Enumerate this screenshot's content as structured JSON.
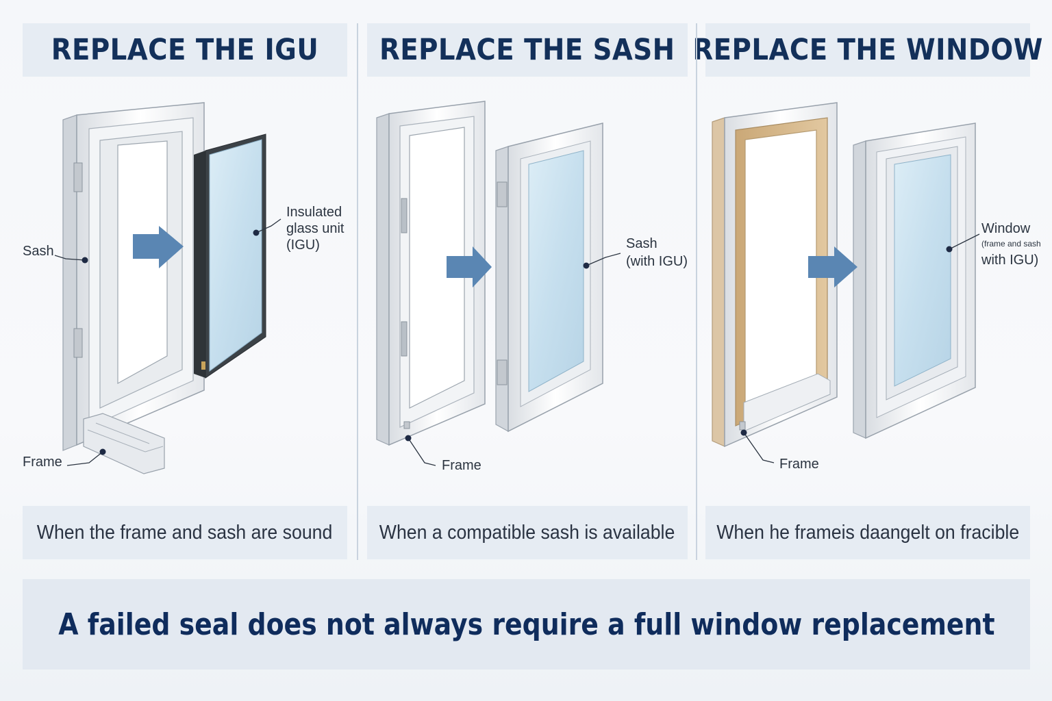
{
  "panels": [
    {
      "title": "REPLACE THE IGU",
      "caption": "When the frame and sash are sound",
      "labels": {
        "sash": "Sash",
        "igu_line1": "Insulated",
        "igu_line2": "glass unit",
        "igu_line3": "(IGU)",
        "frame": "Frame"
      }
    },
    {
      "title": "REPLACE THE SASH",
      "caption": "When a compatible sash is available",
      "labels": {
        "sash_line1": "Sash",
        "sash_line2": "(with IGU)",
        "frame": "Frame"
      }
    },
    {
      "title": "REPLACE THE WINDOW",
      "caption": "When he frameis daangelt on fracible",
      "labels": {
        "window_line1": "Window",
        "window_line2": "(frame and sash",
        "window_line3": "with IGU)",
        "frame": "Frame"
      }
    }
  ],
  "footer": "A failed seal does not always require a full window replacement",
  "colors": {
    "heading": "#13305a",
    "panel_bg": "#e6ecf3",
    "arrow": "#5a86b3",
    "glass": "#cfe4f0",
    "wood": "#d7b98e"
  }
}
